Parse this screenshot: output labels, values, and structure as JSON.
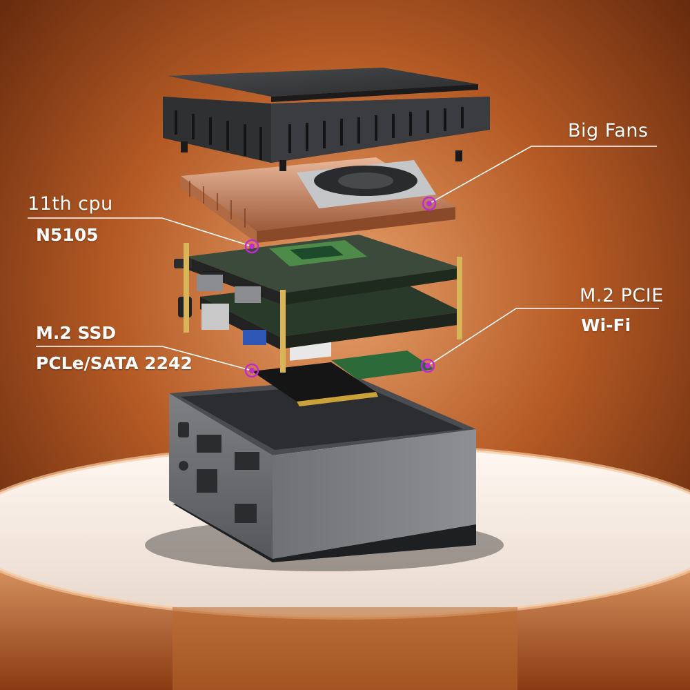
{
  "labels": {
    "big_fans": "Big Fans",
    "cpu_line1": "11th cpu",
    "cpu_line2": "N5105",
    "pcie_line1": "M.2 PCIE",
    "pcie_line2": "Wi-Fi",
    "ssd_line1": "M.2 SSD",
    "ssd_line2": "PCLe/SATA 2242"
  },
  "colors": {
    "background_dark": "#5a2208",
    "background_light": "#d98a52",
    "pedestal": "#f4ece6",
    "callout_marker": "#c02bd6",
    "label_text": "#ffffff",
    "case_gray": "#6b6d70"
  }
}
